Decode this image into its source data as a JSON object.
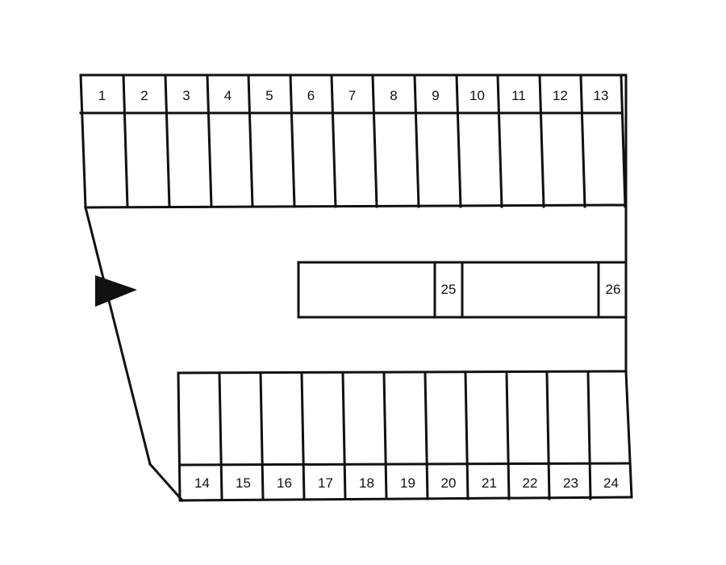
{
  "lot": {
    "top_row": [
      "1",
      "2",
      "3",
      "4",
      "5",
      "6",
      "7",
      "8",
      "9",
      "10",
      "11",
      "12",
      "13"
    ],
    "bottom_row": [
      "14",
      "15",
      "16",
      "17",
      "18",
      "19",
      "20",
      "21",
      "22",
      "23",
      "24"
    ],
    "middle": [
      "25",
      "26"
    ]
  },
  "entrance": {
    "icon": "entrance-arrow-icon"
  },
  "colors": {
    "line": "#111111",
    "background": "#ffffff"
  }
}
